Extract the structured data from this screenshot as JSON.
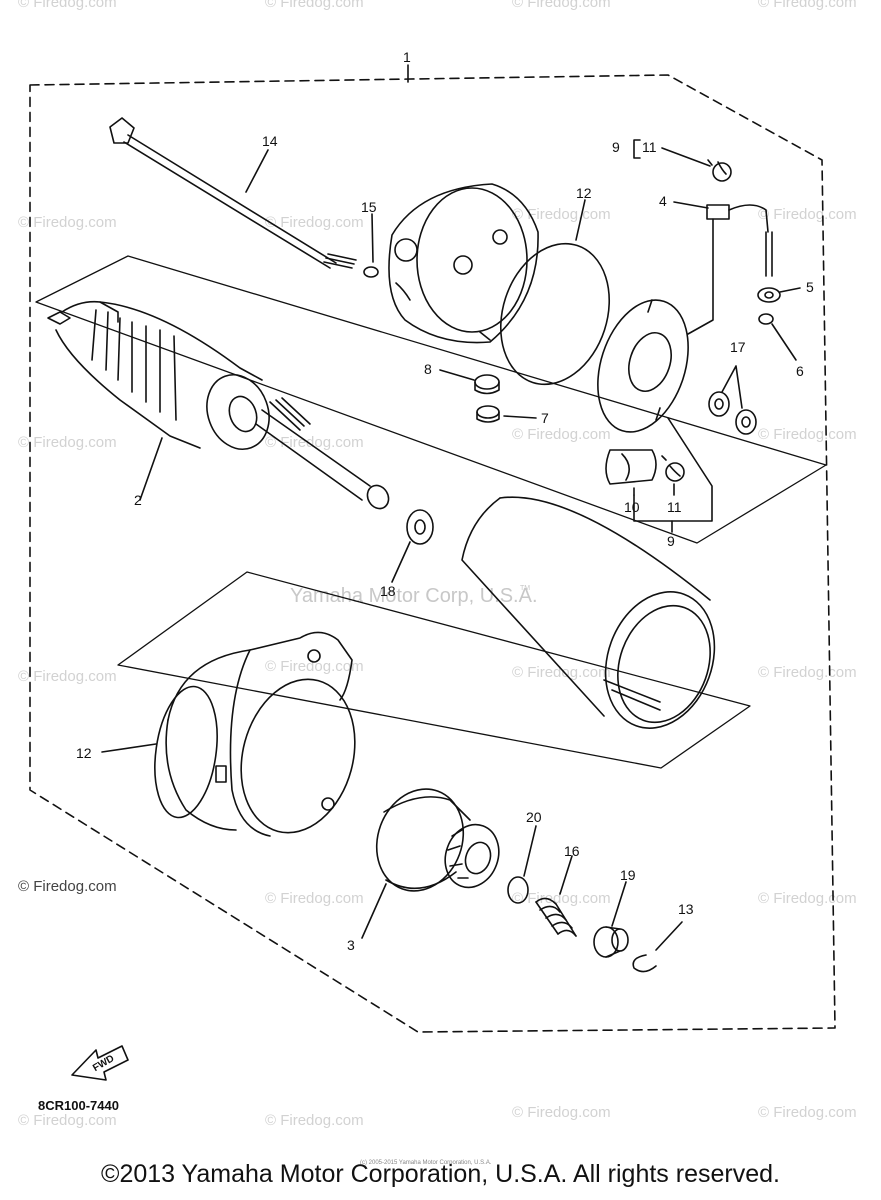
{
  "watermark": {
    "text": "© Firedog.com",
    "center_text": "Yamaha Motor Corp, U.S.A.",
    "tm": "TM"
  },
  "callouts": {
    "c1": "1",
    "c2": "2",
    "c3": "3",
    "c4": "4",
    "c5": "5",
    "c6": "6",
    "c7": "7",
    "c8": "8",
    "c9a": "9",
    "c9b": "9",
    "c10": "10",
    "c11a": "11",
    "c11b": "11",
    "c12a": "12",
    "c12b": "12",
    "c13": "13",
    "c14": "14",
    "c15": "15",
    "c16": "16",
    "c17": "17",
    "c18": "18",
    "c19": "19",
    "c20": "20"
  },
  "fwd_label": "FWD",
  "part_code": "8CR100-7440",
  "tiny_notice": "(c) 2005-2015 Yamaha Motor Corporation, U.S.A.",
  "copyright": "©2013 Yamaha Motor Corporation, U.S.A. All rights reserved."
}
